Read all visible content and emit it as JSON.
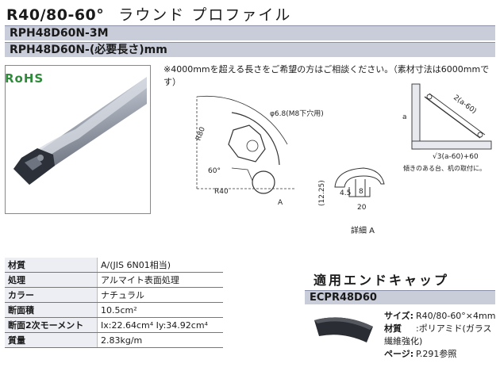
{
  "title": {
    "code": "R40/80-60°",
    "name": "ラウンド プロファイル"
  },
  "parts": {
    "line1": "RPH48D60N-3M",
    "line2": "RPH48D60N-(必要長さ)mm"
  },
  "note": "※4000mmを超える長さをご希望の方はご相談ください。（素材寸法は6000mmです）",
  "rohs": "RoHS",
  "drawing": {
    "r80": "R80",
    "r40": "R40",
    "angle": "60°",
    "hole": "φ6.8(M8下穴用)",
    "a_label": "A",
    "detail_h": "(12.25)",
    "detail_45": "4.5",
    "detail_8": "8",
    "detail_20": "20",
    "detail_title": "詳細 A",
    "angle_a": "a",
    "angle_2a60": "2(a-60)",
    "angle_sqrt": "√3(a-60)+60",
    "angle_note": "傾きのある台、机の取付に。"
  },
  "spec": [
    {
      "key": "材質",
      "value": "A/(JIS 6N01相当)"
    },
    {
      "key": "処理",
      "value": "アルマイト表面処理"
    },
    {
      "key": "カラー",
      "value": "ナチュラル"
    },
    {
      "key": "断面積",
      "value": "10.5cm²"
    },
    {
      "key": "断面2次モーメント",
      "value": "Ix:22.64cm⁴ Iy:34.92cm⁴"
    },
    {
      "key": "質量",
      "value": "2.83kg/m"
    }
  ],
  "endcap": {
    "title": "適用エンドキャップ",
    "part": "ECPR48D60",
    "size_k": "サイズ:",
    "size_v": "R40/80-60°×4mm",
    "mat_k": "材質",
    "mat_v": ":ポリアミド(ガラス繊維強化)",
    "page_k": "ページ:",
    "page_v": "P.291参照"
  }
}
